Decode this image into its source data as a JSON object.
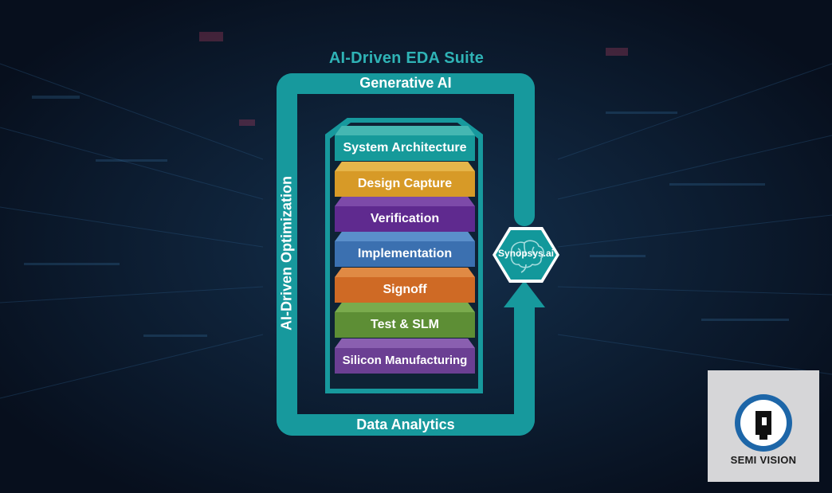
{
  "title": "AI-Driven EDA Suite",
  "loop": {
    "top_label": "Generative AI",
    "left_label": "AI-Driven Optimization",
    "bottom_label": "Data Analytics",
    "color": "#17999d"
  },
  "layers": [
    {
      "label": "System Architecture",
      "color": "#169a9a",
      "top_color": "#45b7b2"
    },
    {
      "label": "Design Capture",
      "color": "#d79a27",
      "top_color": "#e5b54a"
    },
    {
      "label": "Verification",
      "color": "#5f2a8f",
      "top_color": "#7d4aa9"
    },
    {
      "label": "Implementation",
      "color": "#3b70b0",
      "top_color": "#5a8fcb"
    },
    {
      "label": "Signoff",
      "color": "#cf6a25",
      "top_color": "#e08a44"
    },
    {
      "label": "Test & SLM",
      "color": "#5d8e35",
      "top_color": "#7aab4d"
    },
    {
      "label": "Silicon Manufacturing",
      "color": "#6b3f93",
      "top_color": "#8a5fb0"
    }
  ],
  "badge": {
    "label": "Synopsys.ai",
    "icon": "brain-icon"
  },
  "watermark": {
    "label": "SEMI VISION",
    "icon": "semi-vision-logo-icon"
  }
}
